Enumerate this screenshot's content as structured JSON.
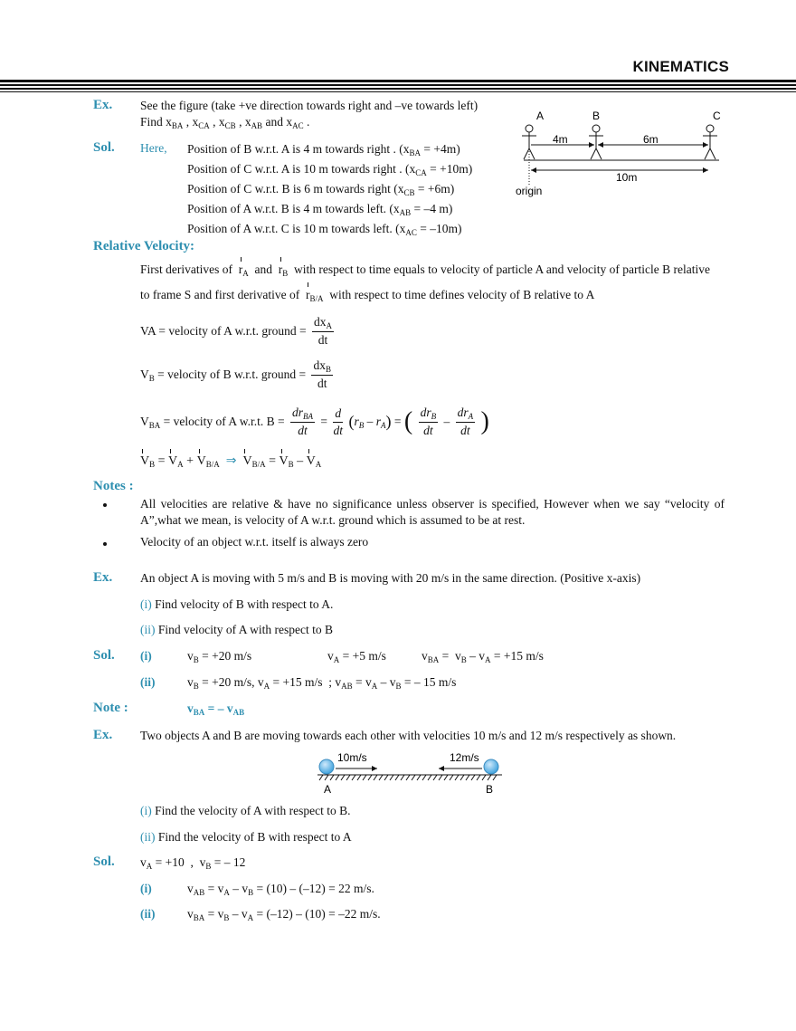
{
  "header": {
    "title": "KINEMATICS"
  },
  "labels": {
    "ex": "Ex.",
    "sol": "Sol.",
    "here": "Here,",
    "relative_velocity": "Relative Velocity:",
    "notes": "Notes :",
    "note": "Note :",
    "i": "(i)",
    "ii": "(ii)"
  },
  "ex1": {
    "line1": "See the figure (take +ve direction towards right and –ve towards left)",
    "find": "Find",
    "sol_lines": [
      {
        "text": "Position of B w.r.t. A is 4 m towards right . (x",
        "sub": "BA",
        "tail": " = +4m)"
      },
      {
        "text": "Position of C w.r.t. A is 10 m towards right . (x",
        "sub": "CA",
        "tail": " = +10m)"
      },
      {
        "text": "Position of C w.r.t. B is 6 m towards right  (x",
        "sub": "CB",
        "tail": " = +6m)"
      },
      {
        "text": "Position of A w.r.t. B is 4 m towards left. (x",
        "sub": "AB",
        "tail": " = –4 m)"
      },
      {
        "text": "Position of A w.r.t. C is 10 m towards left. (x",
        "sub": "AC",
        "tail": " = –10m)"
      }
    ]
  },
  "figure1": {
    "points": [
      "A",
      "B",
      "C"
    ],
    "d_ab": "4m",
    "d_bc": "6m",
    "d_ac": "10m",
    "origin": "origin"
  },
  "relvel": {
    "p1_a": "First derivatives of",
    "p1_b": "and",
    "p1_c": "with respect to time equals to velocity of particle A and velocity of particle B relative",
    "p2_a": "to frame S and first derivative of",
    "p2_b": "with respect to time defines velocity of B relative to A",
    "va": "VA = velocity of A w.r.t. ground =",
    "vb": "= velocity of B w.r.t.  ground  =",
    "vba": "= velocity of A w.r.t. B  ="
  },
  "notes": {
    "n1": "All velocities are relative & have no significance unless observer is specified, However when we say “velocity of A”,what we mean,  is velocity of  A w.r.t. ground which is assumed to be at rest.",
    "n2": "Velocity of an object w.r.t. itself  is always zero"
  },
  "ex2": {
    "q": "An object A is moving with 5 m/s and B is moving with 20 m/s in the same direction. (Positive x-axis)",
    "i": "Find velocity of B with respect to A.",
    "ii": "Find velocity of A with respect to B"
  },
  "ex3": {
    "q": "Two objects A and B are moving towards each other with velocities 10 m/s and 12 m/s respectively as shown.",
    "i": "Find the velocity of A with respect to B.",
    "ii": "Find the velocity of B with respect to A"
  },
  "figure2": {
    "va": "10m/s",
    "vb": "12m/s",
    "a": "A",
    "b": "B"
  },
  "colors": {
    "accent": "#2e8fb0",
    "ball": "#4aa8e0"
  }
}
